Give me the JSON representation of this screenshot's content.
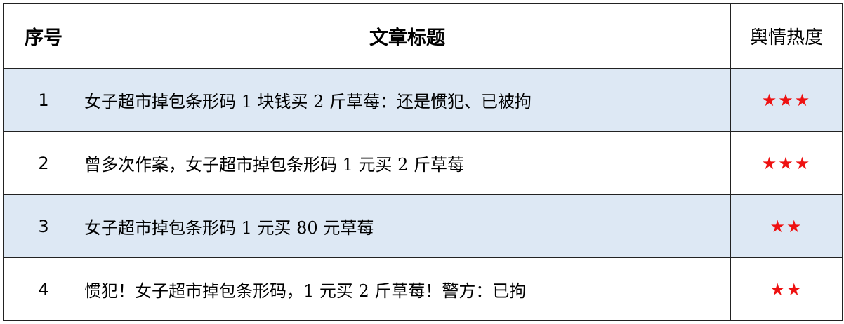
{
  "header": {
    "index": "序号",
    "title": "文章标题",
    "heat": "舆情热度"
  },
  "colors": {
    "row_shade": "#dde8f4",
    "border": "#222222",
    "star": "#ee1111"
  },
  "rows": [
    {
      "index": "1",
      "title": "女子超市掉包条形码 1 块钱买 2 斤草莓：还是惯犯、已被拘",
      "heat": "★★★"
    },
    {
      "index": "2",
      "title": "曾多次作案，女子超市掉包条形码 1 元买 2 斤草莓",
      "heat": "★★★"
    },
    {
      "index": "3",
      "title": "女子超市掉包条形码 1 元买 80 元草莓",
      "heat": "★★"
    },
    {
      "index": "4",
      "title": "惯犯！女子超市掉包条形码，1 元买 2 斤草莓！警方：已拘",
      "heat": "★★"
    }
  ]
}
